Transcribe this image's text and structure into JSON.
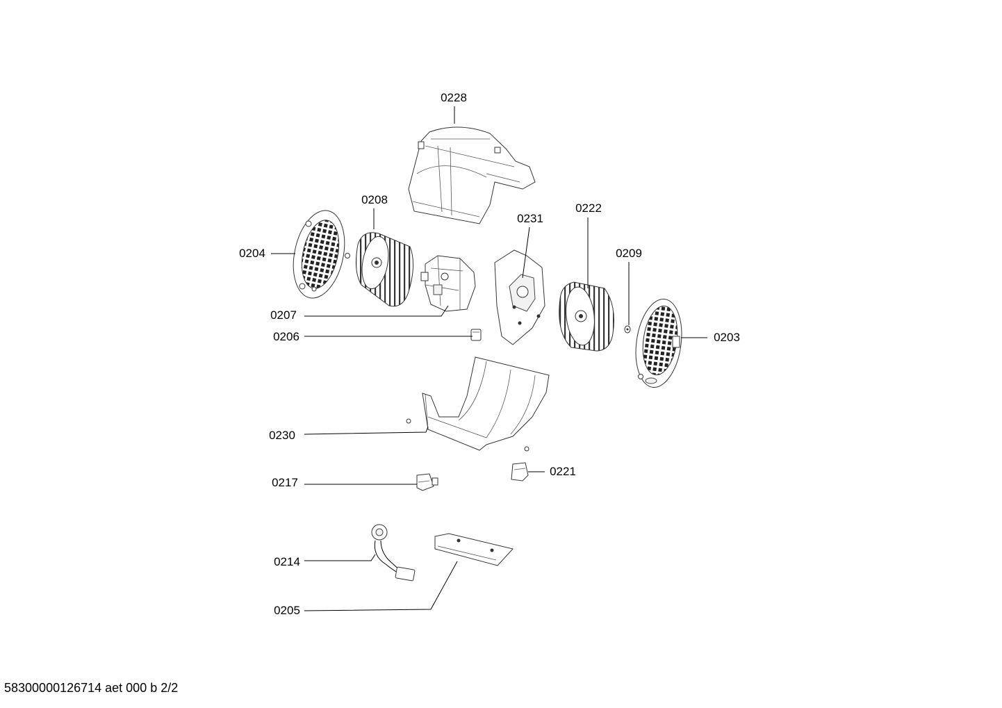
{
  "labels": {
    "p0228": "0228",
    "p0208": "0208",
    "p0231": "0231",
    "p0222": "0222",
    "p0204": "0204",
    "p0209": "0209",
    "p0207": "0207",
    "p0206": "0206",
    "p0203": "0203",
    "p0230": "0230",
    "p0221": "0221",
    "p0217": "0217",
    "p0214": "0214",
    "p0205": "0205"
  },
  "footer": "58300000126714 aet 000 b 2/2"
}
